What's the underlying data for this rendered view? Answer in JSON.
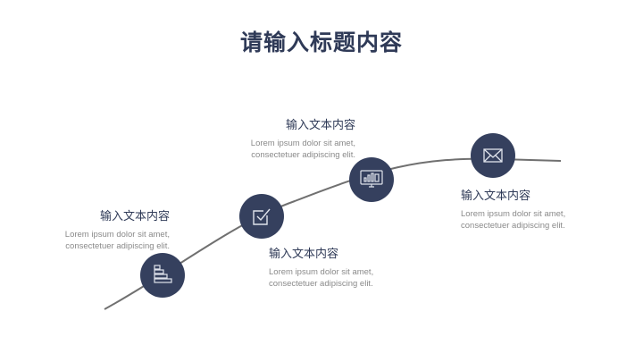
{
  "title": "请输入标题内容",
  "colors": {
    "accent": "#35405e",
    "line": "#707070",
    "text": "#8a8a8a"
  },
  "steps": [
    {
      "icon": "bar-steps-icon",
      "heading": "输入文本内容",
      "desc1": "Lorem ipsum dolor sit amet,",
      "desc2": "consectetuer adipiscing elit."
    },
    {
      "icon": "checkbox-icon",
      "heading": "输入文本内容",
      "desc1": "Lorem ipsum dolor sit amet,",
      "desc2": "consectetuer adipiscing elit."
    },
    {
      "icon": "monitor-chart-icon",
      "heading": "输入文本内容",
      "desc1": "Lorem ipsum dolor sit amet,",
      "desc2": "consectetuer adipiscing elit."
    },
    {
      "icon": "envelope-icon",
      "heading": "输入文本内容",
      "desc1": "Lorem ipsum dolor sit amet,",
      "desc2": "consectetuer adipiscing elit."
    }
  ]
}
